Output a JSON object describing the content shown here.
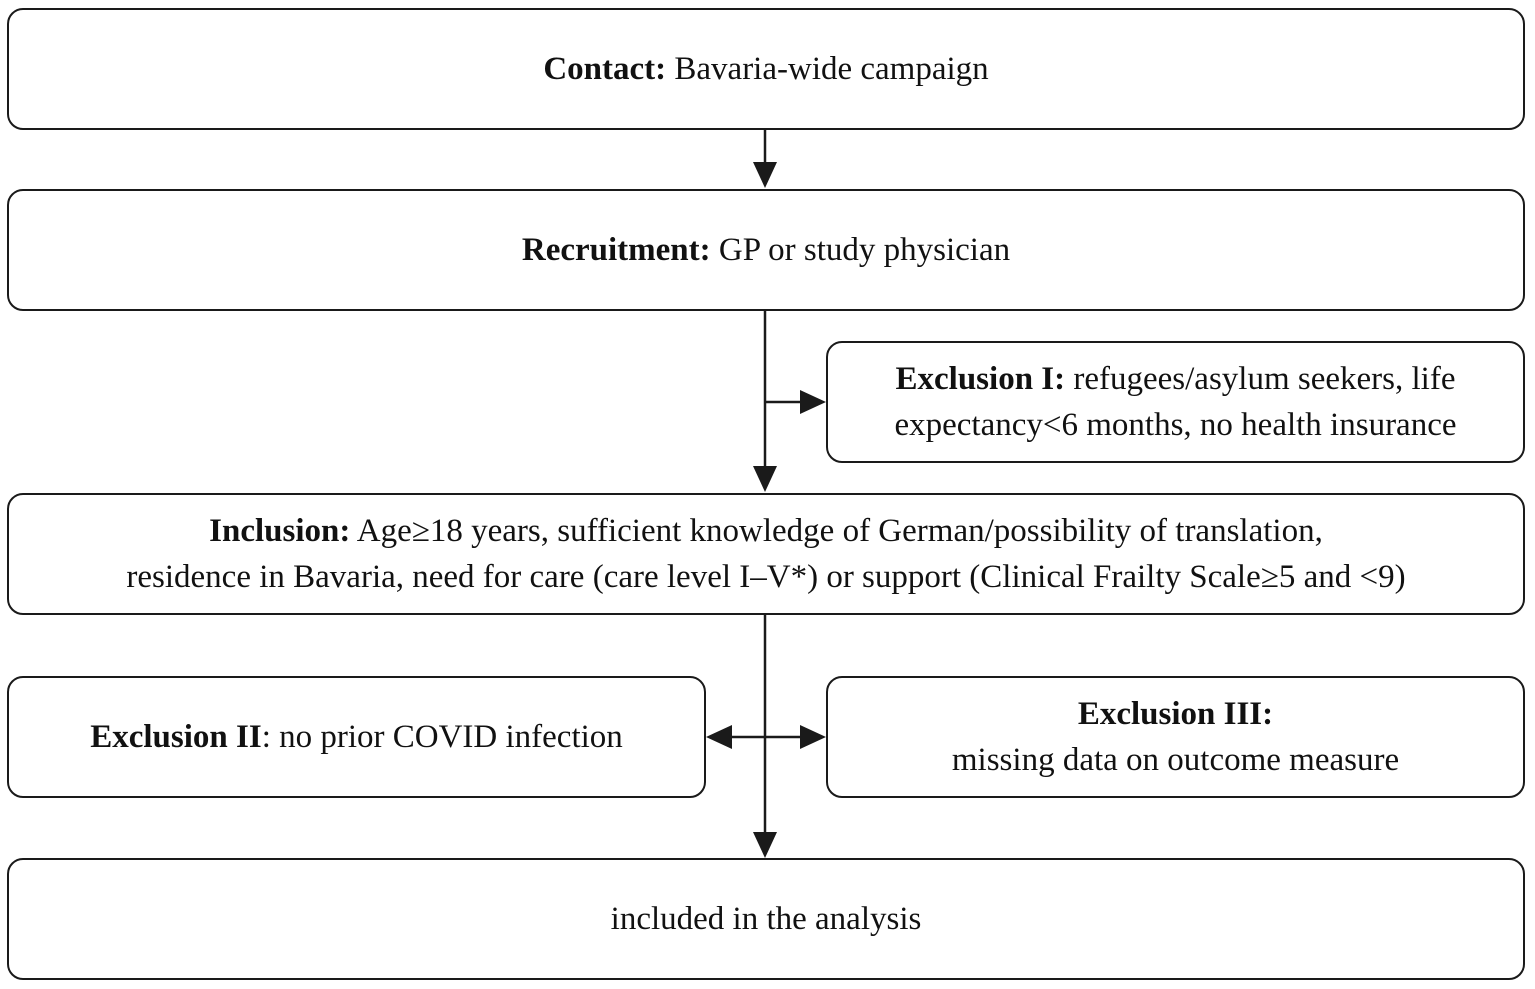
{
  "contact": {
    "label": "Contact:",
    "text": " Bavaria-wide campaign"
  },
  "recruitment": {
    "label": "Recruitment:",
    "text": " GP or study physician"
  },
  "exclusion_1": {
    "label": "Exclusion I:",
    "line1_text": " refugees/asylum seekers, life",
    "line2_text": "expectancy<6 months, no health insurance"
  },
  "inclusion": {
    "label": "Inclusion:",
    "line1_text": " Age≥18 years, sufficient knowledge of German/possibility of translation,",
    "line2_text": "residence in Bavaria, need for care (care level I–V*) or support (Clinical Frailty Scale≥5 and <9)"
  },
  "exclusion_2": {
    "label": "Exclusion II",
    "text": ": no prior COVID infection"
  },
  "exclusion_3": {
    "label": "Exclusion III:",
    "text": "missing data on outcome measure"
  },
  "analysis": {
    "text": "included in the analysis"
  }
}
